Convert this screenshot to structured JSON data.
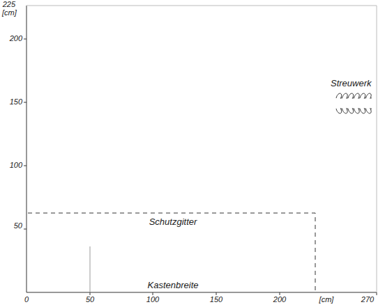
{
  "diagram": {
    "labels": [
      "225",
      "[cm]",
      "200",
      "150",
      "100",
      "50",
      "0",
      "50",
      "100",
      "150",
      "200",
      "[cm]",
      "270",
      "Streuwerk",
      "Schutzgitter",
      "Kastenbreite"
    ]
  }
}
